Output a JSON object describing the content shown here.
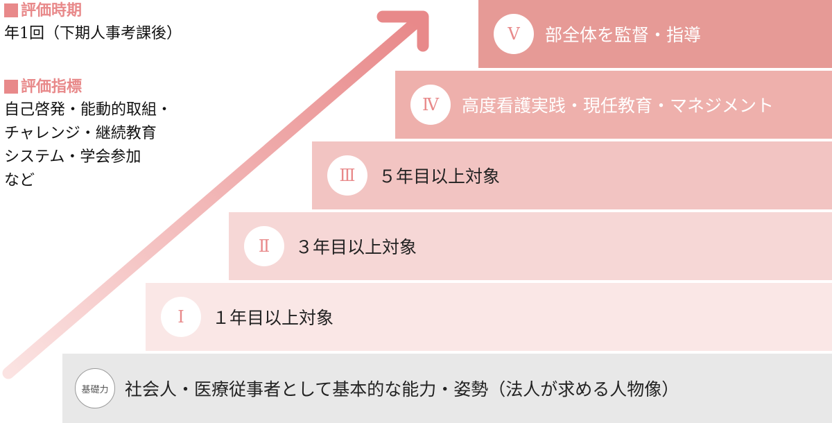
{
  "evaluation_period": {
    "heading": "評価時期",
    "text": "年1回（下期人事考課後）"
  },
  "evaluation_index": {
    "heading": "評価指標",
    "lines": "自己啓発・能動的取組・\nチャレンジ・継続教育\nシステム・学会参加\nなど"
  },
  "steps": [
    {
      "level": "基礎力",
      "label": "社会人・医療従事者として基本的な能力・姿勢（法人が求める人物像）"
    },
    {
      "level": "Ⅰ",
      "label": "１年目以上対象"
    },
    {
      "level": "Ⅱ",
      "label": "３年目以上対象"
    },
    {
      "level": "Ⅲ",
      "label": "５年目以上対象"
    },
    {
      "level": "Ⅳ",
      "label": "高度看護実践・現任教育・マネジメント"
    },
    {
      "level": "Ⅴ",
      "label": "部全体を監督・指導"
    }
  ],
  "colors": {
    "accent": "#e8898a",
    "step5": "#e69a96",
    "step4": "#eeb0ac",
    "step3": "#f2c4c2",
    "step2": "#f6d7d6",
    "step1": "#fae7e6",
    "base": "#e8e8e8"
  }
}
